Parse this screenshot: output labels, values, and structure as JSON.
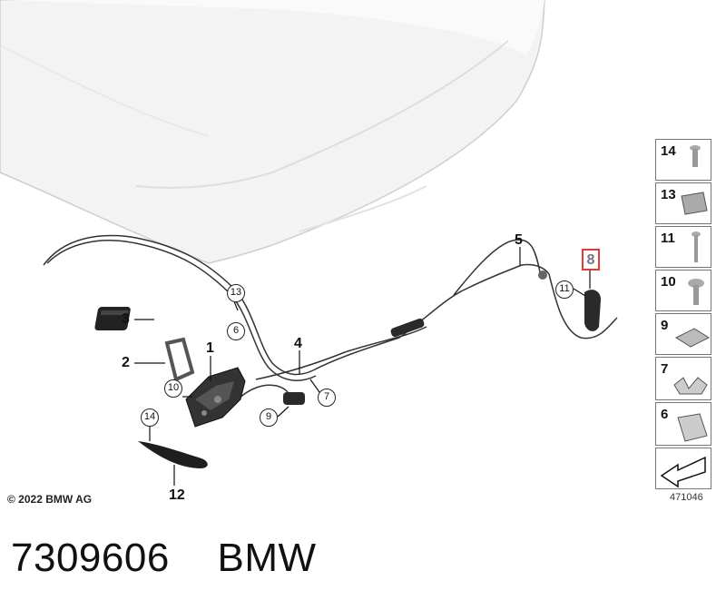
{
  "copyright": "© 2022 BMW AG",
  "catalog_number": "471046",
  "footer": {
    "part_number": "7309606",
    "brand": "BMW"
  },
  "callouts": {
    "p1": "1",
    "p2": "2",
    "p3": "3",
    "p4": "4",
    "p5": "5",
    "p6": "6",
    "p7": "7",
    "p8": "8",
    "p9": "9",
    "p10": "10",
    "p11": "11",
    "p12": "12",
    "p13": "13",
    "p14": "14"
  },
  "legend": [
    "14",
    "13",
    "11",
    "10",
    "9",
    "7",
    "6"
  ],
  "highlight_color": "#e53935"
}
